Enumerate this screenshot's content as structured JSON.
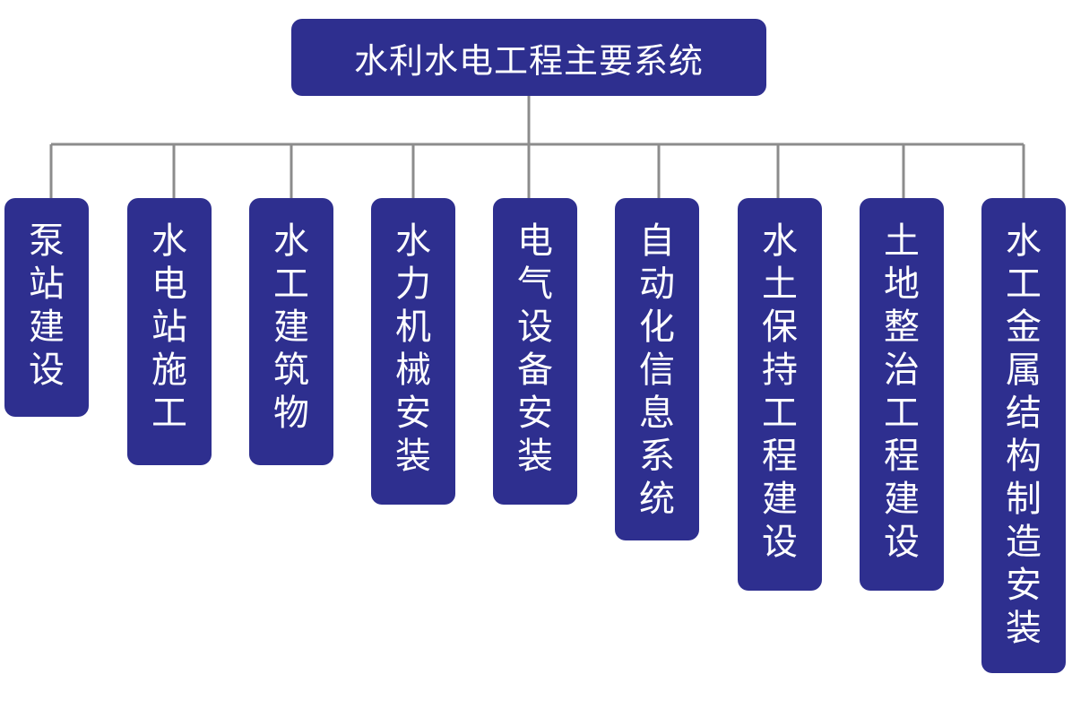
{
  "root": {
    "label": "水利水电工程主要系统"
  },
  "children": [
    {
      "label": "泵站建设"
    },
    {
      "label": "水电站施工"
    },
    {
      "label": "水工建筑物"
    },
    {
      "label": "水力机械安装"
    },
    {
      "label": "电气设备安装"
    },
    {
      "label": "自动化信息系统"
    },
    {
      "label": "水土保持工程建设"
    },
    {
      "label": "土地整治工程建设"
    },
    {
      "label": "水工金属结构制造安装"
    }
  ],
  "colors": {
    "node_fill": "#2e2f8f",
    "node_text": "#ffffff",
    "connector": "#8c8c8c"
  }
}
